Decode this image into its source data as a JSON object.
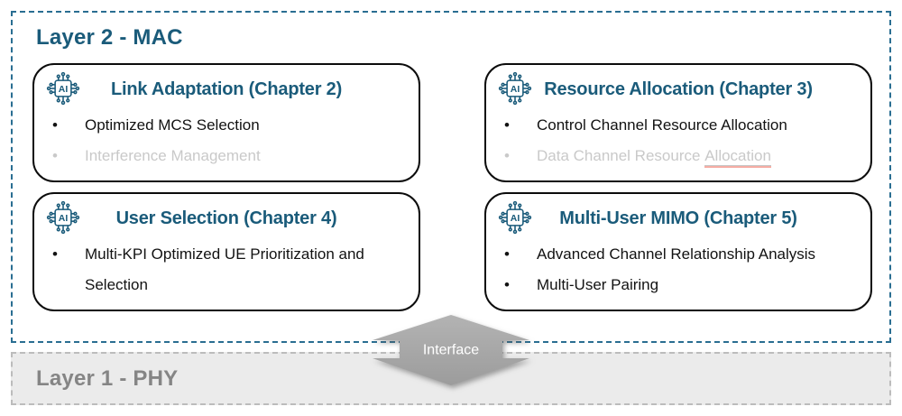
{
  "diagram": {
    "layer2": {
      "title": "Layer 2 - MAC",
      "boxes": [
        {
          "icon": "ai-chip-icon",
          "title": "Link Adaptation (Chapter 2)",
          "bullets": [
            {
              "text": "Optimized MCS Selection",
              "state": "active"
            },
            {
              "text": "Interference Management",
              "state": "faded"
            }
          ]
        },
        {
          "icon": "ai-chip-icon",
          "title": "Resource Allocation (Chapter 3)",
          "bullets": [
            {
              "text": "Control Channel Resource Allocation",
              "state": "active"
            },
            {
              "text_prefix": "Data Channel Resource",
              "text_underlined": "Allocation",
              "state": "faded"
            }
          ]
        },
        {
          "icon": "ai-chip-icon",
          "title": "User Selection (Chapter 4)",
          "bullets": [
            {
              "text": "Multi-KPI Optimized UE Prioritization and Selection",
              "state": "active"
            }
          ]
        },
        {
          "icon": "ai-chip-icon",
          "title": "Multi-User MIMO (Chapter 5)",
          "bullets": [
            {
              "text": "Advanced Channel Relationship Analysis",
              "state": "active"
            },
            {
              "text": "Multi-User Pairing",
              "state": "active"
            }
          ]
        }
      ]
    },
    "interface_label": "Interface",
    "layer1": {
      "title": "Layer 1 - PHY"
    }
  },
  "colors": {
    "accent_teal": "#1a5b7a",
    "dashed_border_teal": "#2a6e92",
    "box_border_black": "#0c0c0c",
    "body_text": "#121212",
    "faded_text": "#c9c9c9",
    "underline_salmon": "#f6ada4",
    "arrow_gray": "#a6a6a6",
    "layer1_bg": "#ebebeb",
    "layer1_text": "#858585"
  }
}
